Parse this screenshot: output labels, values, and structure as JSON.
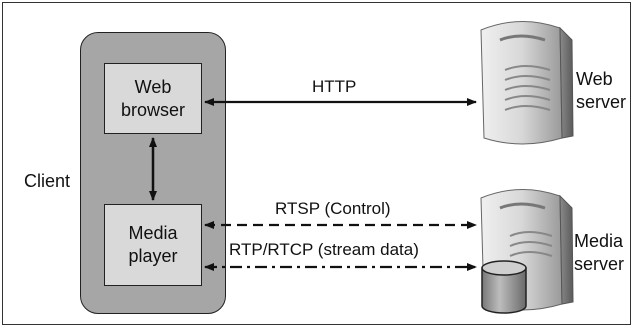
{
  "client": {
    "label": "Client"
  },
  "web_browser": {
    "line1": "Web",
    "line2": "browser"
  },
  "media_player": {
    "line1": "Media",
    "line2": "player"
  },
  "web_server": {
    "line1": "Web",
    "line2": "server"
  },
  "media_server": {
    "line1": "Media",
    "line2": "server"
  },
  "protocols": {
    "http": "HTTP",
    "rtsp": "RTSP (Control)",
    "rtp": "RTP/RTCP (stream data)"
  }
}
